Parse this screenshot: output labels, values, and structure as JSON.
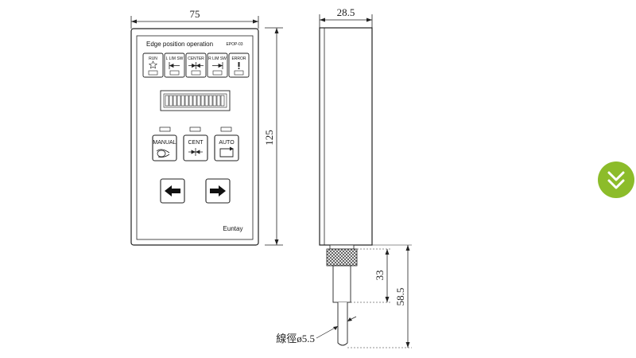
{
  "dimensions": {
    "width": "75",
    "height": "125",
    "depth": "28.5",
    "cable_length": "33",
    "total_length": "58.5",
    "cable_diameter": "線徑ø5.5"
  },
  "panel": {
    "title": "Edge position  operation",
    "model": "EPOP-03",
    "brand": "Euntay",
    "indicators": [
      "RUN",
      "L LIM SW",
      "CENTER",
      "R LIM SW",
      "ERROR"
    ],
    "buttons": {
      "manual": "MANUAL",
      "cent": "CENT",
      "auto": "AUTO"
    }
  },
  "colors": {
    "line": "#222222",
    "accent": "#8cbc2a"
  },
  "nav": {
    "icon": "double-chevron-down-icon"
  }
}
